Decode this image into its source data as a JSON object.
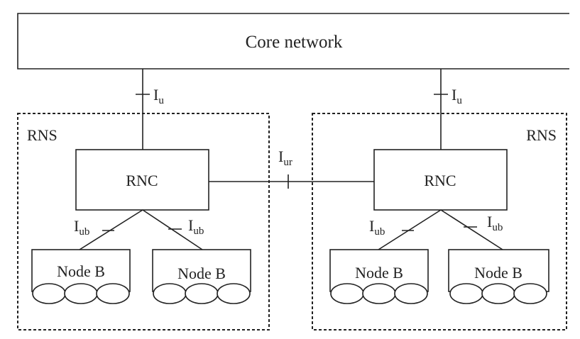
{
  "core": {
    "label": "Core network"
  },
  "rns": [
    {
      "label": "RNS",
      "rnc_label": "RNC",
      "iu": {
        "main": "I",
        "sub": "u"
      },
      "links": [
        {
          "main": "I",
          "sub": "ub"
        },
        {
          "main": "I",
          "sub": "ub"
        }
      ],
      "nodes": [
        {
          "label": "Node B"
        },
        {
          "label": "Node B"
        }
      ]
    },
    {
      "label": "RNS",
      "rnc_label": "RNC",
      "iu": {
        "main": "I",
        "sub": "u"
      },
      "links": [
        {
          "main": "I",
          "sub": "ub"
        },
        {
          "main": "I",
          "sub": "ub"
        }
      ],
      "nodes": [
        {
          "label": "Node B"
        },
        {
          "label": "Node B"
        }
      ]
    }
  ],
  "iur": {
    "main": "I",
    "sub": "ur"
  }
}
